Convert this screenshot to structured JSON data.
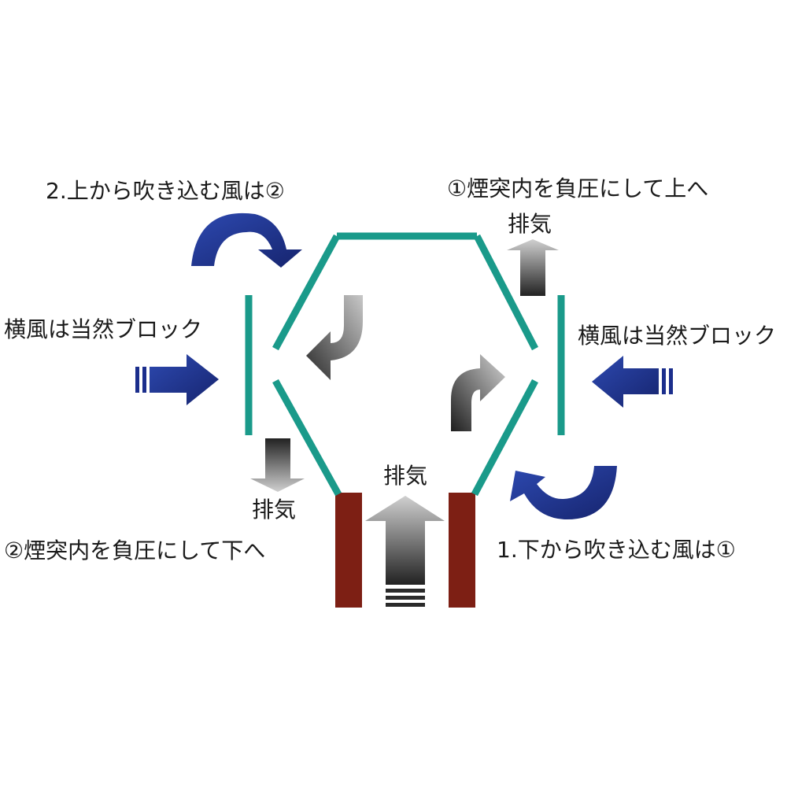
{
  "labels": {
    "top_left": "2.上から吹き込む風は②",
    "top_right": "①煙突内を負圧にして上へ",
    "exhaust_top_right": "排気",
    "side_left": "横風は当然ブロック",
    "side_right": "横風は当然ブロック",
    "exhaust_center": "排気",
    "exhaust_left": "排気",
    "bottom_left": "②煙突内を負圧にして下へ",
    "bottom_right": "1.下から吹き込む風は①"
  },
  "colors": {
    "cap": "#1a9a8a",
    "chimney": "#7d1f14",
    "wind": "#1b2e8c",
    "smoke_dark": "#2a2a2a",
    "smoke_light": "#c8c8c8"
  },
  "icons": {
    "wind_arrow": "blue-wind-arrow",
    "curved_wind": "blue-curved-arrow",
    "exhaust_arrow": "gray-gradient-arrow"
  }
}
